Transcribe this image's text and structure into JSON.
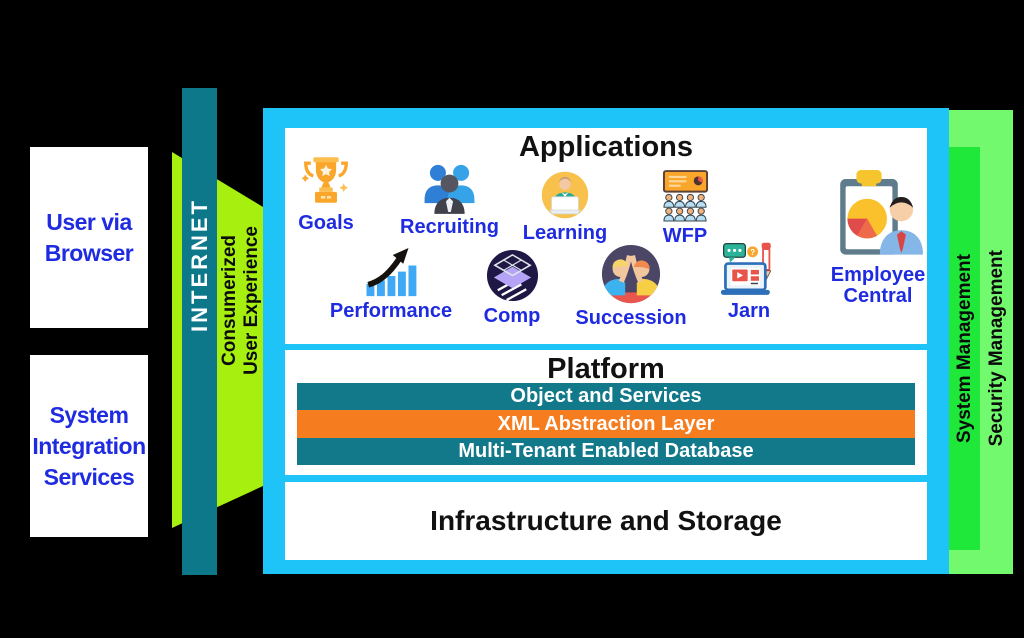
{
  "left_panel": {
    "boxes": [
      {
        "lines": [
          "User via",
          "Browser"
        ]
      },
      {
        "lines": [
          "System",
          "Integration",
          "Services"
        ]
      }
    ]
  },
  "internet_bar": {
    "label": "INTERNET"
  },
  "ux_banner": {
    "lines": [
      "Consumerized",
      "User Experience"
    ]
  },
  "main": {
    "applications": {
      "title": "Applications",
      "apps": [
        {
          "name": "Goals",
          "icon": "trophy-icon"
        },
        {
          "name": "Recruiting",
          "icon": "recruiting-people-icon"
        },
        {
          "name": "Learning",
          "icon": "learner-laptop-icon"
        },
        {
          "name": "WFP",
          "icon": "presentation-audience-icon"
        },
        {
          "name": "Employee Central",
          "icon": "clipboard-report-person-icon"
        },
        {
          "name": "Performance",
          "icon": "growth-arrow-chart-icon"
        },
        {
          "name": "Comp",
          "icon": "layered-diamonds-icon"
        },
        {
          "name": "Succession",
          "icon": "high-five-team-icon"
        },
        {
          "name": "Jarn",
          "icon": "laptop-content-creation-icon"
        }
      ]
    },
    "platform": {
      "title": "Platform",
      "layers": [
        {
          "label": "Object and Services",
          "color": "#12798a"
        },
        {
          "label": "XML Abstraction Layer",
          "color": "#f57d20"
        },
        {
          "label": "Multi-Tenant Enabled Database",
          "color": "#12798a"
        }
      ]
    },
    "infrastructure": {
      "title": "Infrastructure and Storage"
    }
  },
  "right_panel": {
    "system_management": "System Management",
    "security_management": "Security Management"
  },
  "colors": {
    "background": "#000000",
    "main_border_blue": "#1ec3f7",
    "internet_teal": "#0c7889",
    "ux_chartreuse": "#a6ef0e",
    "layer_teal": "#12798a",
    "layer_orange": "#f57d20",
    "security_light_green": "#72f96d",
    "system_green": "#1fe83b",
    "label_blue": "#1f2be0"
  }
}
